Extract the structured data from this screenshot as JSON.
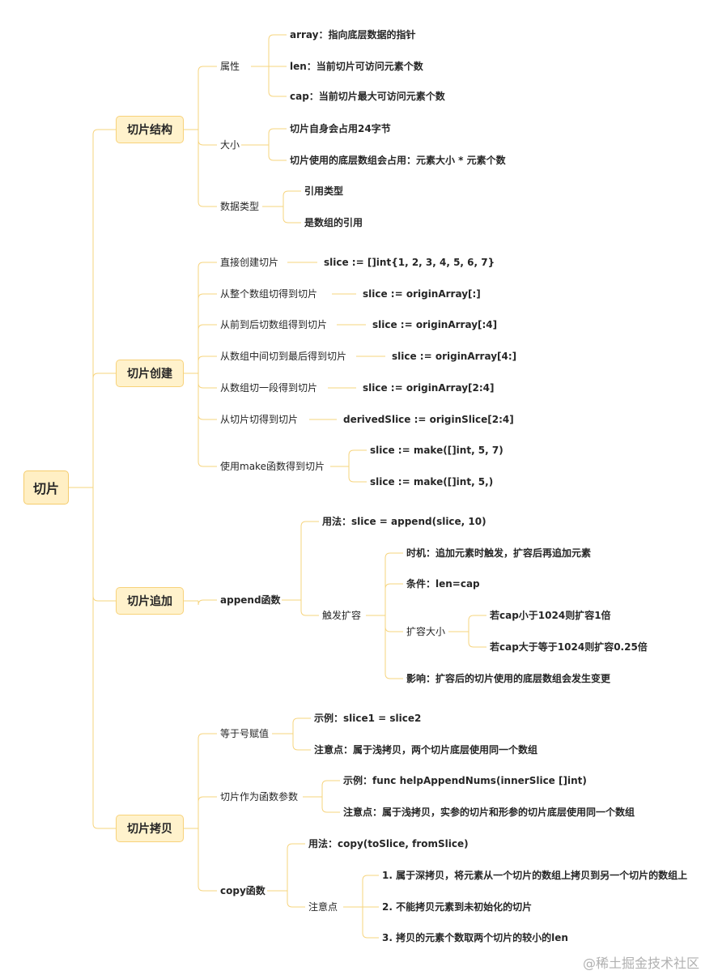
{
  "diagram": {
    "root": "切片",
    "watermark": "@稀土掘金技术社区",
    "sections": {
      "structure": {
        "label": "切片结构",
        "attr": {
          "label": "属性",
          "array": "array：指向底层数据的指针",
          "len": "len：当前切片可访问元素个数",
          "cap": "cap：当前切片最大可访问元素个数"
        },
        "size": {
          "label": "大小",
          "self": "切片自身会占用24字节",
          "array": "切片使用的底层数组会占用：元素大小 * 元素个数"
        },
        "dtype": {
          "label": "数据类型",
          "ref": "引用类型",
          "array_ref": "是数组的引用"
        }
      },
      "create": {
        "label": "切片创建",
        "direct": {
          "label": "直接创建切片",
          "code": "slice := []int{1, 2, 3, 4, 5, 6, 7}"
        },
        "whole": {
          "label": "从整个数组切得到切片",
          "code": "slice := originArray[:]"
        },
        "head": {
          "label": "从前到后切数组得到切片",
          "code": "slice := originArray[:4]"
        },
        "tail": {
          "label": "从数组中间切到最后得到切片",
          "code": "slice := originArray[4:]"
        },
        "segment": {
          "label": "从数组切一段得到切片",
          "code": "slice := originArray[2:4]"
        },
        "from_slice": {
          "label": "从切片切得到切片",
          "code": "derivedSlice := originSlice[2:4]"
        },
        "make": {
          "label": "使用make函数得到切片",
          "code1": "slice := make([]int, 5, 7)",
          "code2": "slice := make([]int, 5,)"
        }
      },
      "append": {
        "label": "切片追加",
        "func": {
          "label": "append函数",
          "usage": "用法：slice = append(slice, 10)",
          "grow": {
            "label": "触发扩容",
            "timing": "时机：追加元素时触发，扩容后再追加元素",
            "condition": "条件：len=cap",
            "size": {
              "label": "扩容大小",
              "small": "若cap小于1024则扩容1倍",
              "large": "若cap大于等于1024则扩容0.25倍"
            },
            "effect": "影响：扩容后的切片使用的底层数组会发生变更"
          }
        }
      },
      "copy": {
        "label": "切片拷贝",
        "assign": {
          "label": "等于号赋值",
          "example": "示例：slice1 = slice2",
          "note": "注意点：属于浅拷贝，两个切片底层使用同一个数组"
        },
        "param": {
          "label": "切片作为函数参数",
          "example": "示例：func helpAppendNums(innerSlice []int)",
          "note": "注意点：属于浅拷贝，实参的切片和形参的切片底层使用同一个数组"
        },
        "copyfn": {
          "label": "copy函数",
          "usage": "用法：copy(toSlice, fromSlice)",
          "notes": {
            "label": "注意点",
            "n1": "1. 属于深拷贝，将元素从一个切片的数组上拷贝到另一个切片的数组上",
            "n2": "2. 不能拷贝元素到未初始化的切片",
            "n3": "3. 拷贝的元素个数取两个切片的较小的len"
          }
        }
      }
    }
  }
}
